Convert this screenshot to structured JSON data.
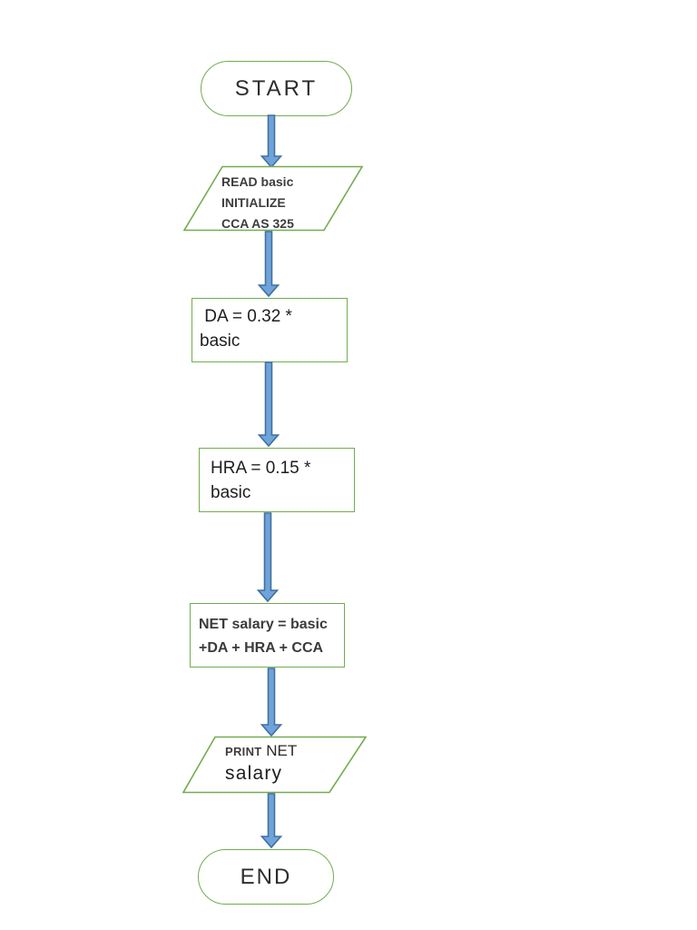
{
  "flowchart": {
    "nodes": {
      "start": {
        "type": "terminator",
        "label": "START"
      },
      "read": {
        "type": "input-parallelogram",
        "lines": [
          "READ basic",
          "INITIALIZE",
          "CCA AS 325"
        ]
      },
      "da": {
        "type": "process",
        "lines": [
          " DA = 0.32 *",
          "basic"
        ]
      },
      "hra": {
        "type": "process",
        "lines": [
          "HRA = 0.15 *",
          "basic"
        ]
      },
      "net": {
        "type": "process",
        "lines": [
          "NET salary = basic",
          "+DA + HRA + CCA"
        ]
      },
      "print": {
        "type": "output-parallelogram",
        "line1_part1": "PRINT",
        "line1_part2": "NET",
        "line2": "salary"
      },
      "end": {
        "type": "terminator",
        "label": "END"
      }
    },
    "edges": [
      {
        "from": "start",
        "to": "read"
      },
      {
        "from": "read",
        "to": "da"
      },
      {
        "from": "da",
        "to": "hra"
      },
      {
        "from": "hra",
        "to": "net"
      },
      {
        "from": "net",
        "to": "print"
      },
      {
        "from": "print",
        "to": "end"
      }
    ],
    "colors": {
      "background": "#ffffff",
      "shape_border": "#72ad4f",
      "arrow_fill": "#6fa3dc",
      "arrow_stroke": "#41719c",
      "text_dark": "#1e1e1e",
      "text_gray": "#3d3d3d"
    }
  }
}
